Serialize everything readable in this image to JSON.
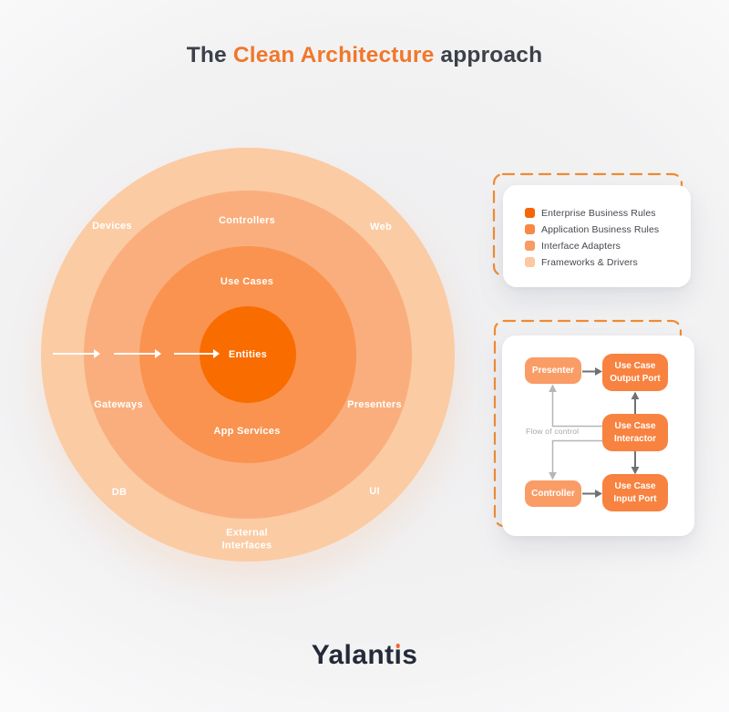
{
  "title": {
    "prefix": "The ",
    "highlight": "Clean Architecture",
    "suffix": " approach"
  },
  "rings": {
    "colors": {
      "outer": "#FBCBA3",
      "adapters": "#FAAE7D",
      "use_cases": "#FA9350",
      "entities": "#F96C00"
    },
    "labels": {
      "devices": "Devices",
      "controllers": "Controllers",
      "web": "Web",
      "use_cases": "Use Cases",
      "entities": "Entities",
      "gateways": "Gateways",
      "presenters": "Presenters",
      "app_services": "App Services",
      "db": "DB",
      "ui": "UI",
      "external_interfaces": "External\nInterfaces"
    }
  },
  "legend": {
    "items": [
      {
        "label": "Enterprise Business Rules",
        "color": "#F6650A"
      },
      {
        "label": "Application Business Rules",
        "color": "#F88845"
      },
      {
        "label": "Interface Adapters",
        "color": "#F99B63"
      },
      {
        "label": "Frameworks & Drivers",
        "color": "#FBC8A2"
      }
    ]
  },
  "flow": {
    "caption": "Flow of control",
    "nodes": {
      "presenter": {
        "label": "Presenter",
        "color": "#FA9C66"
      },
      "output_port": {
        "label": "Use Case\nOutput Port",
        "color": "#F8823F"
      },
      "interactor": {
        "label": "Use Case\nInteractor",
        "color": "#F8823F"
      },
      "controller": {
        "label": "Controller",
        "color": "#FA9C66"
      },
      "input_port": {
        "label": "Use Case\nInput Port",
        "color": "#F8823F"
      }
    }
  },
  "logo": {
    "before_i": "Yalant",
    "dotless_i": "ı",
    "after_i": "s",
    "dot_color": "#EE6831"
  },
  "colors": {
    "title_dark": "#3B4049",
    "accent": "#F1772B",
    "dashed_border": "#F08B33",
    "arrow_dark": "#6F7173",
    "arrow_gray": "#B5B6B9"
  }
}
